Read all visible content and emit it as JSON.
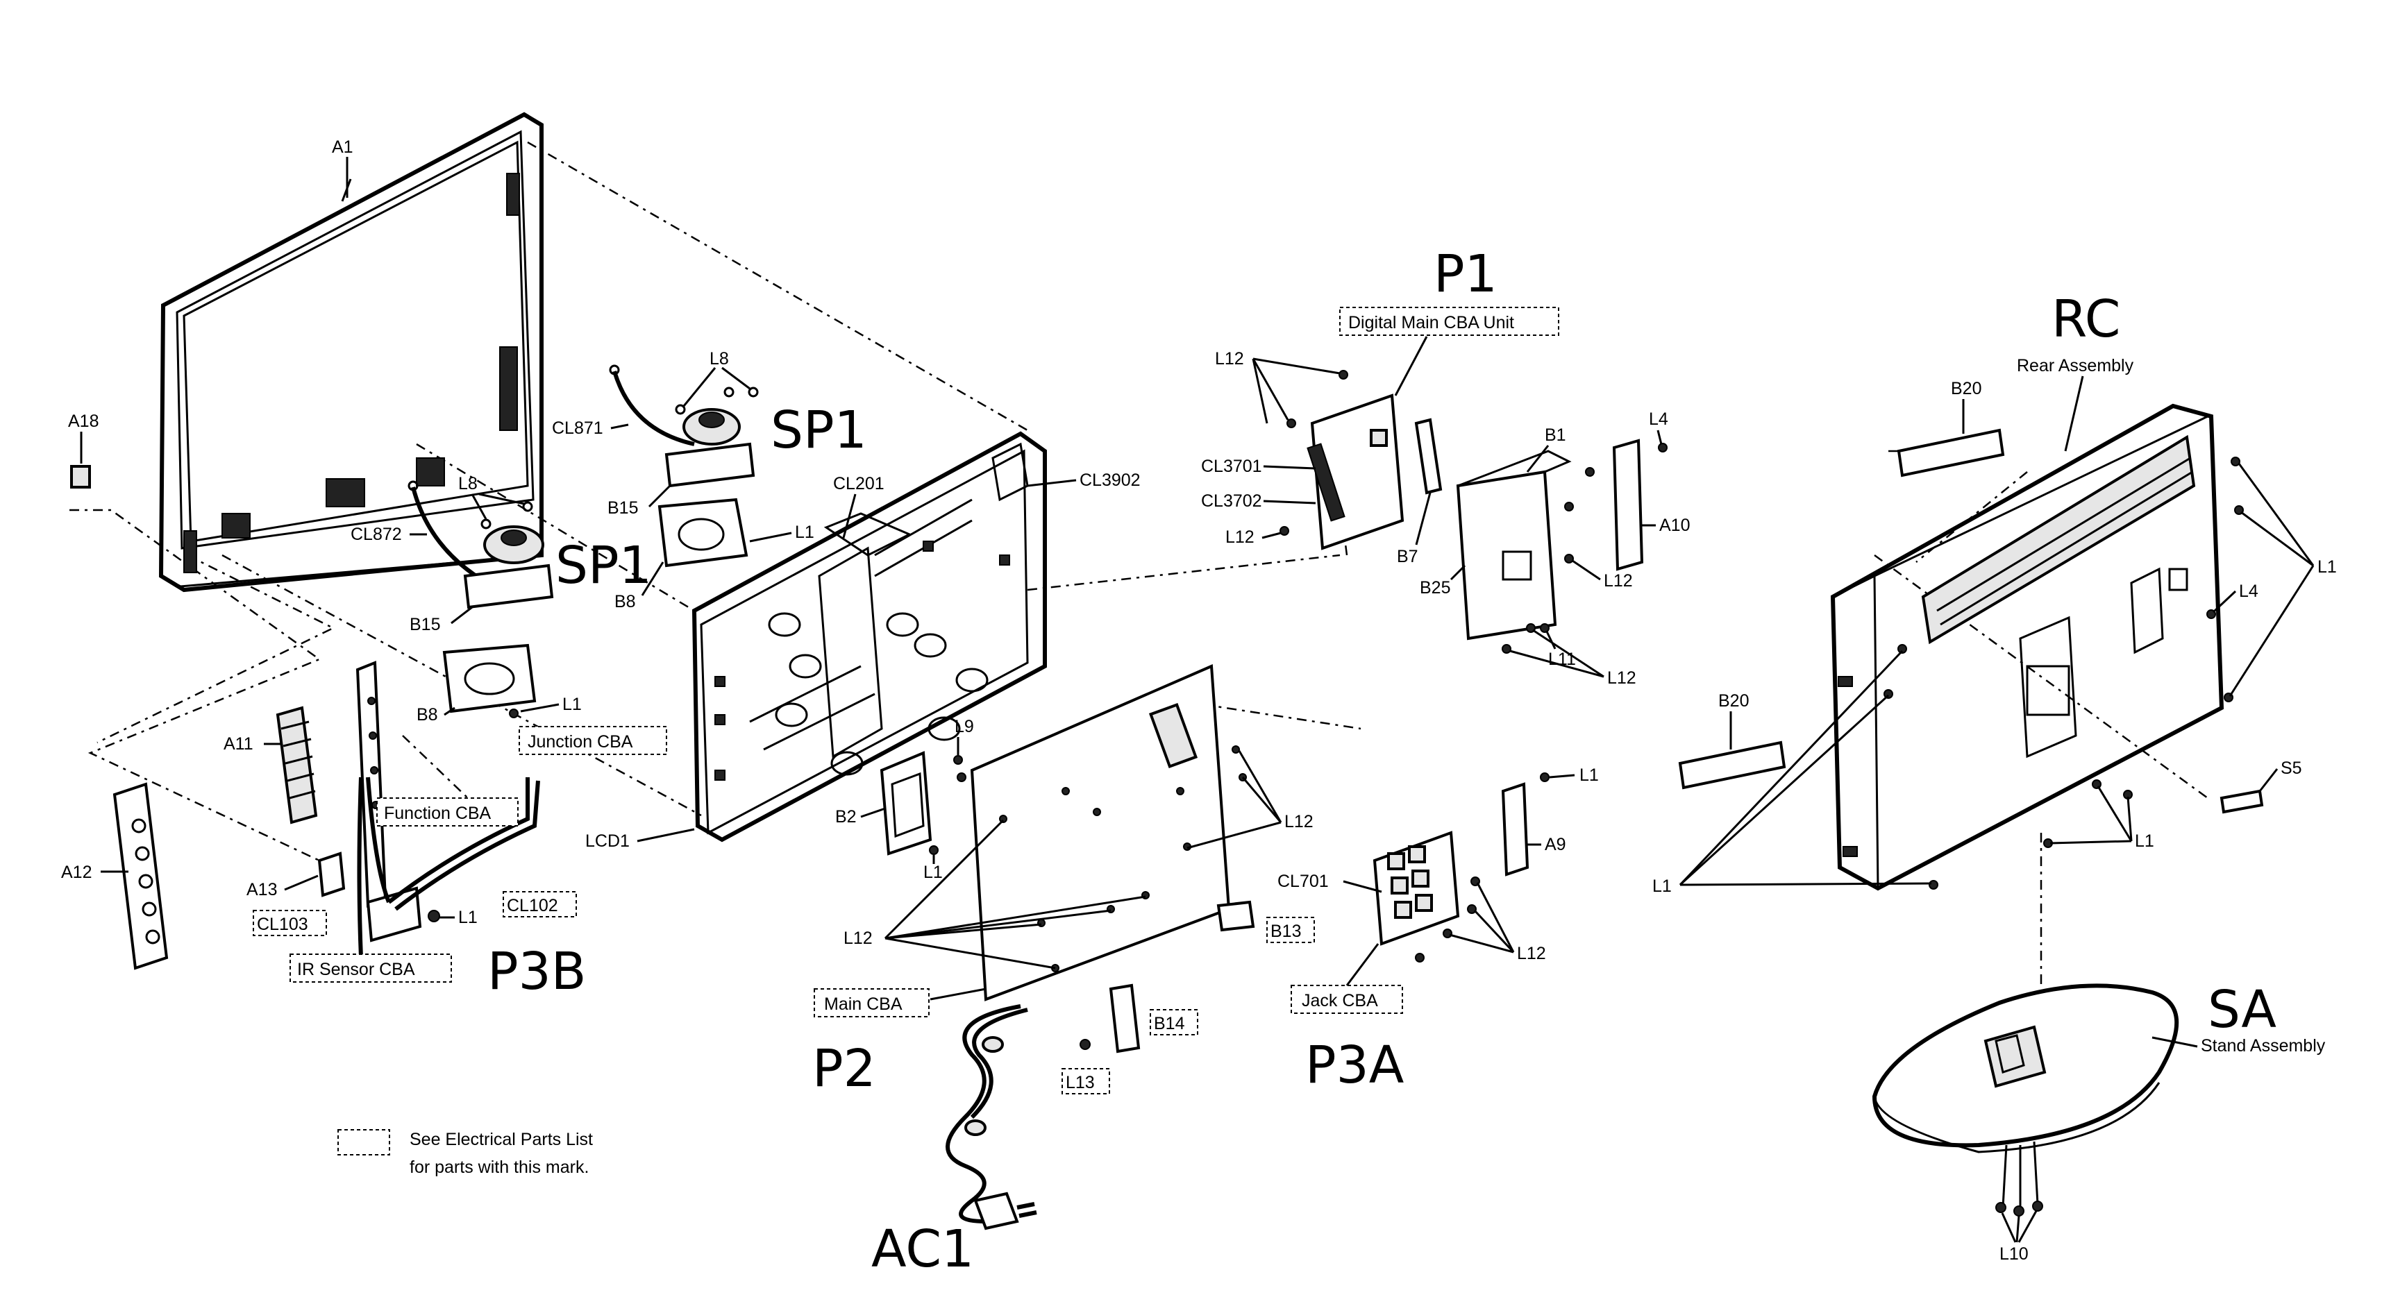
{
  "diagram": {
    "note": {
      "line1": "See Electrical Parts List",
      "line2": "for parts with this mark."
    },
    "handwritten": {
      "sp1_top": "SP1",
      "sp1_bottom": "SP1",
      "p1": "P1",
      "p2": "P2",
      "p3a": "P3A",
      "p3b": "P3B",
      "ac1": "AC1",
      "rc": "RC",
      "sa": "SA"
    },
    "boxed_labels": {
      "digital_main_cba": "Digital Main CBA Unit",
      "junction_cba": "Junction CBA",
      "function_cba": "Function CBA",
      "ir_sensor_cba": "IR Sensor CBA",
      "main_cba": "Main CBA",
      "jack_cba": "Jack CBA",
      "cl103": "CL103",
      "cl102": "CL102",
      "b13": "B13",
      "b14": "B14",
      "l13": "L13"
    },
    "labels": {
      "a1": "A1",
      "a18": "A18",
      "a11": "A11",
      "a12": "A12",
      "a13": "A13",
      "l1_p3b": "L1",
      "l8_top": "L8",
      "cl871": "CL871",
      "b15_top": "B15",
      "l1_speaker": "L1",
      "b8_top": "B8",
      "l8_bottom": "L8",
      "cl872": "CL872",
      "b15_bottom": "B15",
      "b8_bottom": "B8",
      "l1_below_sp": "L1",
      "cl201": "CL201",
      "cl3902": "CL3902",
      "lcd1": "LCD1",
      "l9": "L9",
      "b2": "B2",
      "l1_b2": "L1",
      "l12_main_right": "L12",
      "l12_main_left": "L12",
      "l12_p1": "L12",
      "cl3701": "CL3701",
      "cl3702": "CL3702",
      "l12_p1_lower": "L12",
      "b1": "B1",
      "l4_p1": "L4",
      "a10": "A10",
      "b7": "B7",
      "b25": "B25",
      "l12_b1": "L12",
      "l11": "L11",
      "l12_b1_lower": "L12",
      "l1_jack": "L1",
      "a9": "A9",
      "cl701": "CL701",
      "l12_jack": "L12",
      "rear_assembly": "Rear Assembly",
      "b20_top": "B20",
      "l1_rear_right": "L1",
      "l4_rear": "L4",
      "b20_left": "B20",
      "s5": "S5",
      "l1_rear_bottom": "L1",
      "l1_rear_left": "L1",
      "stand_assembly": "Stand Assembly",
      "l10": "L10"
    }
  }
}
